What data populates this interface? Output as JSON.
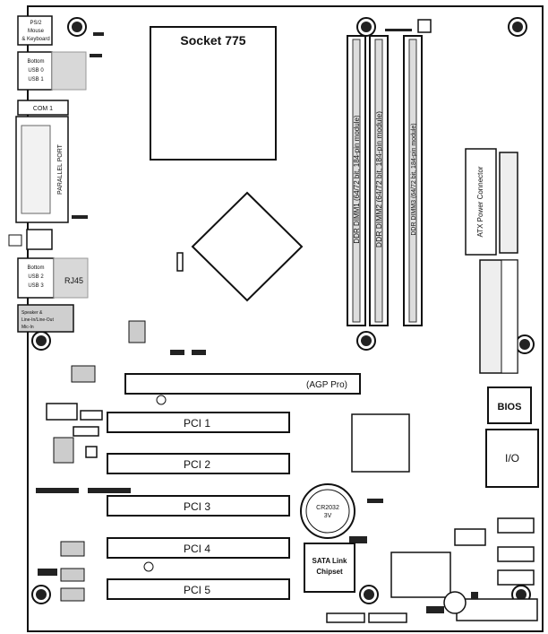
{
  "cpu": {
    "socket_label": "Socket 775"
  },
  "slots": {
    "agp": "(AGP Pro)",
    "pci": [
      "PCI 1",
      "PCI 2",
      "PCI 3",
      "PCI 4",
      "PCI 5"
    ]
  },
  "dimm": {
    "dimm1": "DDR DIMM1 (64/72 bit, 184-pin module)",
    "dimm2": "DDR DIMM2 (64/72 bit, 184-pin module)",
    "dimm3": "DDR DIMM3 (64/72 bit, 184-pin module)"
  },
  "rear_io": {
    "ps2": [
      "PS/2",
      "Mouse",
      "& Keyboard"
    ],
    "usb_top": [
      "Bottom",
      "USB 0",
      "USB 1"
    ],
    "com": "COM 1",
    "parallel": "PARALLEL PORT",
    "rj45": "RJ45",
    "usb_lan": [
      "Bottom",
      "USB 2",
      "USB 3"
    ],
    "audio": [
      "Speaker &",
      "Line-In/Line-Out",
      "Mic-In"
    ]
  },
  "power": {
    "atx": "ATX Power Connector"
  },
  "chips": {
    "bios": "BIOS",
    "io": "I/O",
    "sata": [
      "SATA Link",
      "Chipset"
    ],
    "battery": [
      "CR2032",
      "3V"
    ]
  },
  "colors": {
    "ink": "#111111",
    "board_bg": "#ffffff",
    "shade": "#d8d8d8"
  }
}
